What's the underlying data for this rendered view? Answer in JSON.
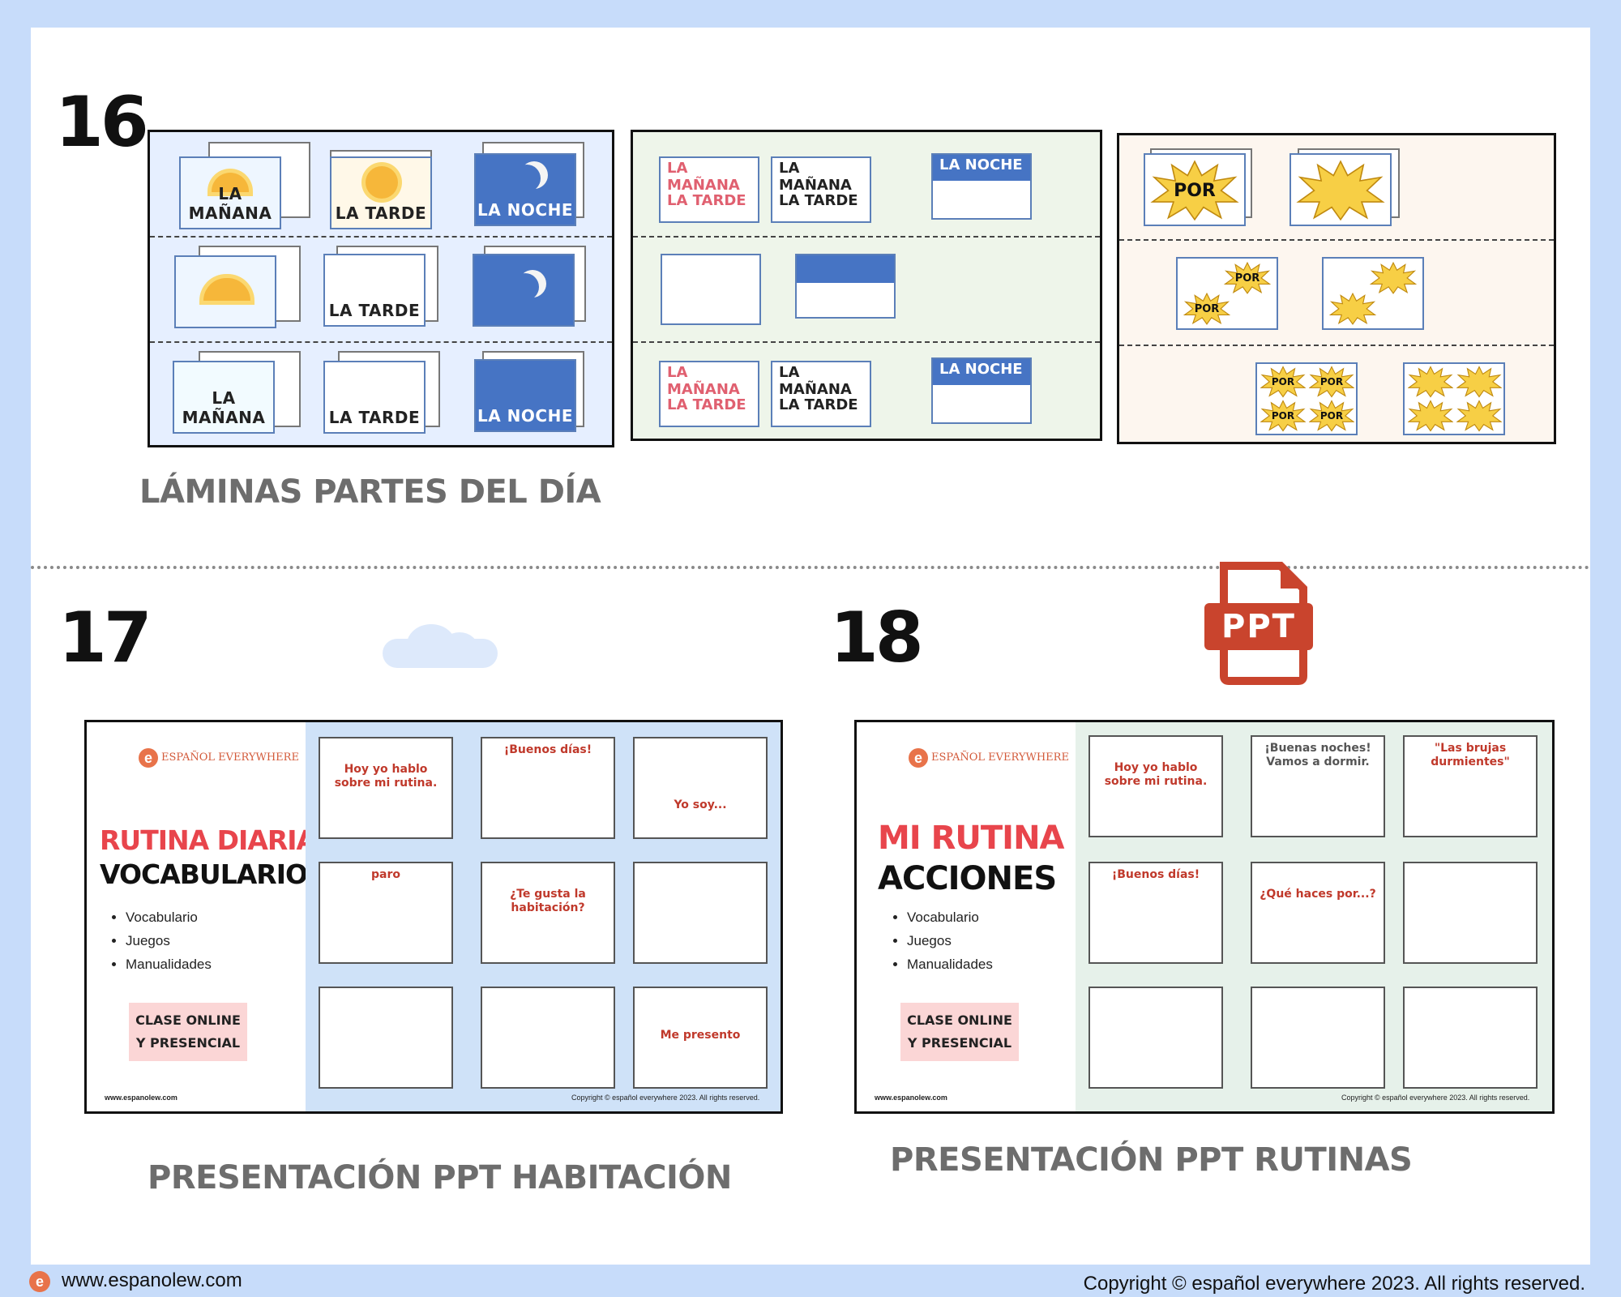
{
  "section16": {
    "number": "16",
    "caption": "LÁMINAS PARTES DEL DÍA",
    "labels": {
      "morning": "LA MAÑANA",
      "afternoon": "LA TARDE",
      "night": "LA NOCHE",
      "por": "POR"
    }
  },
  "section17": {
    "number": "17",
    "caption": "PRESENTACIÓN PPT HABITACIÓN",
    "slide": {
      "brand": "ESPAÑOL EVERYWHERE",
      "title1": "RUTINA DIARIA",
      "title2": "VOCABULARIO",
      "bullets": [
        "Vocabulario",
        "Juegos",
        "Manualidades"
      ],
      "badge_line1": "CLASE ONLINE",
      "badge_line2": "Y PRESENCIAL",
      "url": "www.espanolew.com",
      "copyright": "Copyright © español everywhere 2023. All rights reserved.",
      "thumbs": [
        "Hoy yo hablo sobre mi rutina.",
        "¡Buenos días!",
        "Yo soy...",
        "paro",
        "¿Te gusta la habitación?",
        "",
        "",
        "",
        "Me presento"
      ]
    }
  },
  "section18": {
    "number": "18",
    "caption": "PRESENTACIÓN PPT RUTINAS",
    "ppt_icon_label": "PPT",
    "slide": {
      "brand": "ESPAÑOL EVERYWHERE",
      "title1": "MI RUTINA",
      "title2": "ACCIONES",
      "bullets": [
        "Vocabulario",
        "Juegos",
        "Manualidades"
      ],
      "badge_line1": "CLASE ONLINE",
      "badge_line2": "Y PRESENCIAL",
      "url": "www.espanolew.com",
      "copyright": "Copyright © español everywhere 2023. All rights reserved.",
      "thumbs": [
        "Hoy yo hablo sobre mi rutina.",
        "¡Buenas noches! Vamos a dormir.",
        "\"Las brujas durmientes\"",
        "¡Buenos días!",
        "¿Qué haces por...?",
        "",
        "",
        "",
        ""
      ]
    }
  },
  "footer": {
    "url": "www.espanolew.com",
    "copyright": "Copyright © español everywhere 2023. All rights reserved."
  },
  "colors": {
    "background": "#c7dcfa",
    "caption": "#6d6d6d",
    "title_red": "#e8454c",
    "ppt_red": "#c9442d"
  }
}
